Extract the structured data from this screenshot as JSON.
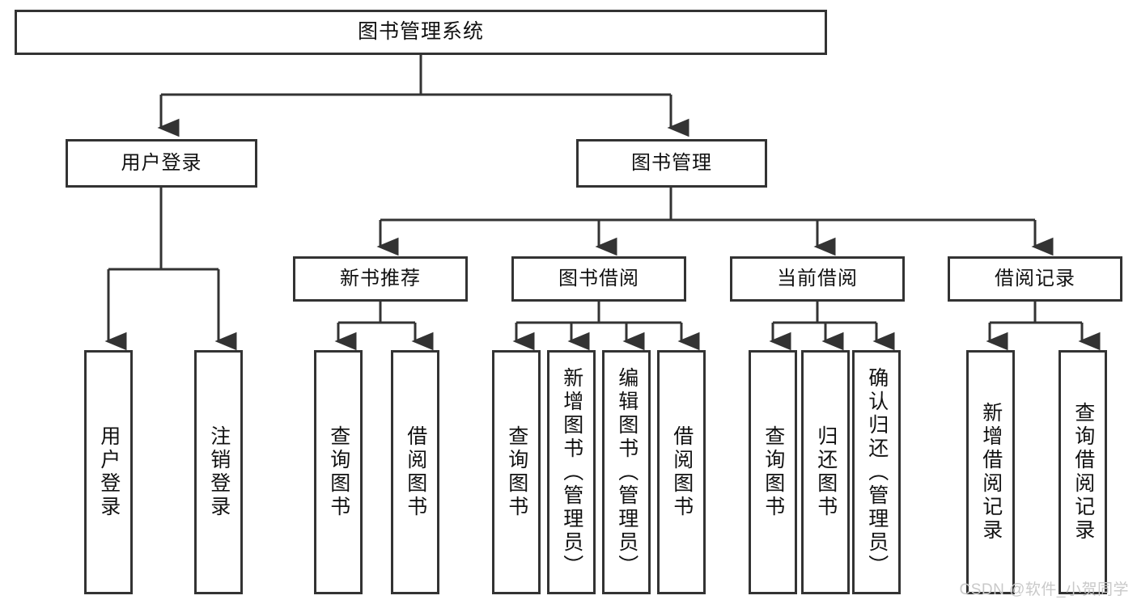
{
  "diagram": {
    "title": "图书管理系统",
    "type": "tree-hierarchy-flowchart",
    "root": {
      "label": "图书管理系统"
    },
    "level2": [
      {
        "label": "用户登录"
      },
      {
        "label": "图书管理"
      }
    ],
    "level3": [
      {
        "label": "新书推荐"
      },
      {
        "label": "图书借阅"
      },
      {
        "label": "当前借阅"
      },
      {
        "label": "借阅记录"
      }
    ],
    "leaves": {
      "user_login": [
        {
          "label": "用户登录"
        },
        {
          "label": "注销登录"
        }
      ],
      "new_book_recommend": [
        {
          "label": "查询图书"
        },
        {
          "label": "借阅图书"
        }
      ],
      "book_borrow": [
        {
          "label": "查询图书"
        },
        {
          "label": "新增图书（管理员）"
        },
        {
          "label": "编辑图书（管理员）"
        },
        {
          "label": "借阅图书"
        }
      ],
      "current_borrow": [
        {
          "label": "查询图书"
        },
        {
          "label": "归还图书"
        },
        {
          "label": "确认归还（管理员）"
        }
      ],
      "borrow_record": [
        {
          "label": "新增借阅记录"
        },
        {
          "label": "查询借阅记录"
        }
      ]
    }
  },
  "watermark": {
    "text": "CSDN @软件_小贺同学"
  },
  "colors": {
    "border": "#333333",
    "background": "#ffffff",
    "text": "#111111",
    "watermark": "#c9c9c9"
  }
}
